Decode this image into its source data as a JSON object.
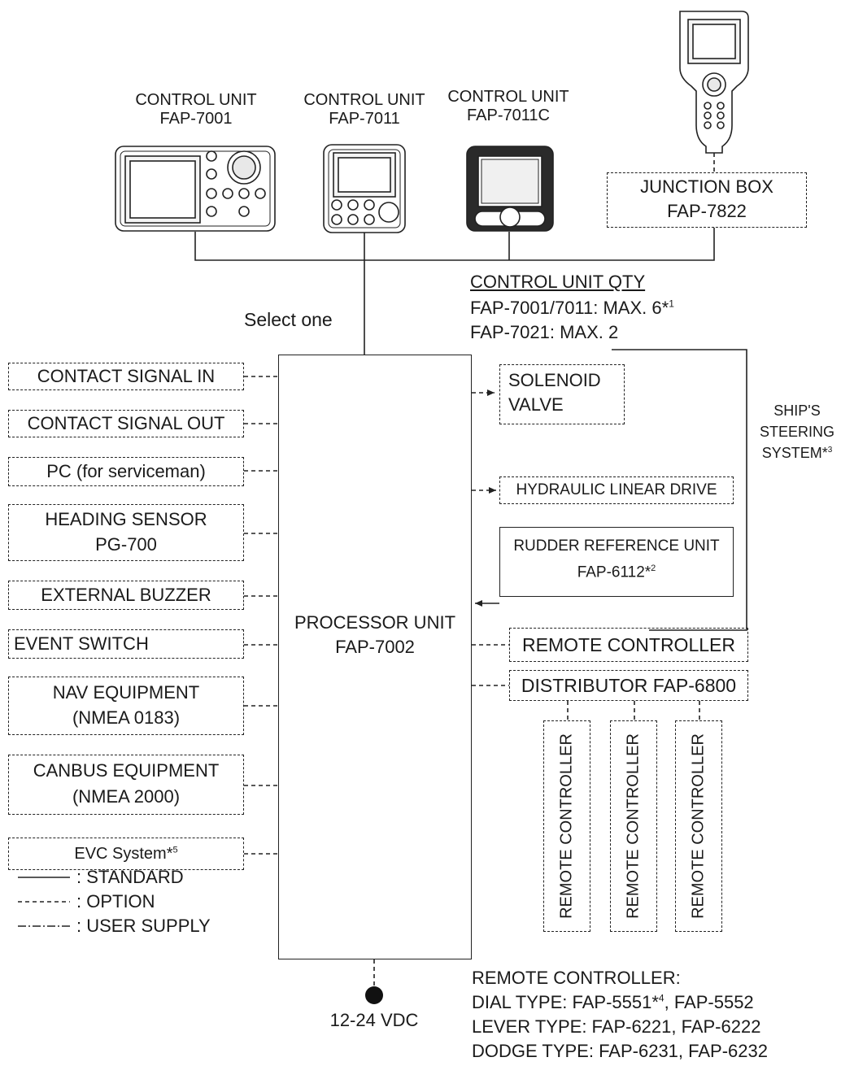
{
  "control_units": [
    {
      "title": "CONTROL UNIT",
      "model": "FAP-7001"
    },
    {
      "title": "CONTROL UNIT",
      "model": "FAP-7011"
    },
    {
      "title": "CONTROL UNIT",
      "model": "FAP-7011C"
    }
  ],
  "junction_box": {
    "line1": "JUNCTION BOX",
    "line2": "FAP-7822"
  },
  "select_one": "Select one",
  "qty": {
    "heading": "CONTROL UNIT QTY",
    "line1": "FAP-7001/7011: MAX. 6*",
    "line1_sup": "1",
    "line2": "FAP-7021: MAX. 2"
  },
  "processor": {
    "line1": "PROCESSOR UNIT",
    "line2": "FAP-7002"
  },
  "left_boxes": {
    "contact_in": "CONTACT SIGNAL IN",
    "contact_out": "CONTACT SIGNAL OUT",
    "pc": "PC (for serviceman)",
    "heading_line1": "HEADING SENSOR",
    "heading_line2": "PG-700",
    "buzzer": "EXTERNAL BUZZER",
    "event": "EVENT SWITCH",
    "nav_line1": "NAV EQUIPMENT",
    "nav_line2": "(NMEA 0183)",
    "canbus_line1": "CANBUS EQUIPMENT",
    "canbus_line2": "(NMEA 2000)",
    "evc": "EVC System*",
    "evc_sup": "5"
  },
  "right_boxes": {
    "solenoid_line1": "SOLENOID",
    "solenoid_line2": "VALVE",
    "hydraulic": "HYDRAULIC LINEAR DRIVE",
    "rudder_line1": "RUDDER REFERENCE UNIT",
    "rudder_line2": "FAP-6112*",
    "rudder_sup": "2",
    "remote": "REMOTE CONTROLLER",
    "distributor": "DISTRIBUTOR FAP-6800",
    "vertical_remote": "REMOTE CONTROLLER"
  },
  "steering": {
    "line1": "SHIP'S",
    "line2": "STEERING",
    "line3": "SYSTEM*",
    "sup": "3"
  },
  "legend": {
    "standard": ": STANDARD",
    "option": ": OPTION",
    "user_supply": ": USER SUPPLY"
  },
  "power": "12-24 VDC",
  "remote_notes": {
    "heading": "REMOTE CONTROLLER:",
    "dial": "DIAL TYPE: FAP-5551*",
    "dial_sup": "4",
    "dial_rest": ", FAP-5552",
    "lever": "LEVER TYPE: FAP-6221, FAP-6222",
    "dodge": "DODGE TYPE: FAP-6231, FAP-6232"
  }
}
